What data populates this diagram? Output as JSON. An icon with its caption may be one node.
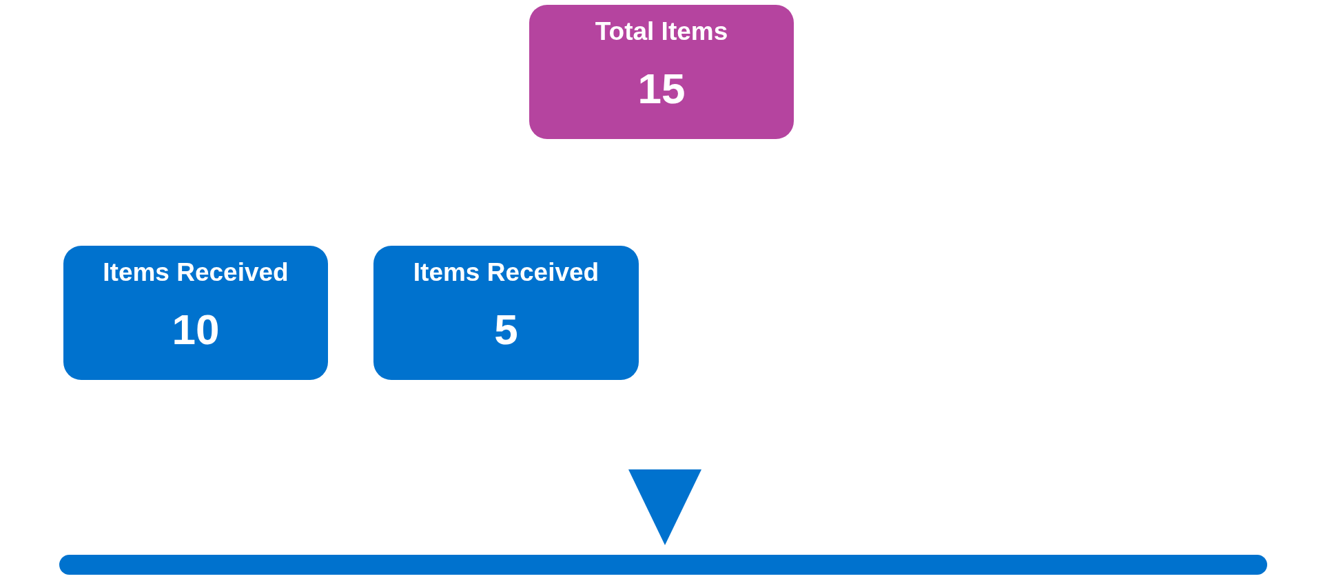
{
  "diagram": {
    "nodes": [
      {
        "text": [
          "Total Items",
          "15"
        ]
      },
      {
        "text": [
          "Items Received",
          "10"
        ]
      },
      {
        "text": [
          "Items Received",
          "5"
        ]
      },
      {
        "text": [],
        "shape": "triangle"
      },
      {
        "text": [],
        "shape": "bar"
      }
    ]
  }
}
